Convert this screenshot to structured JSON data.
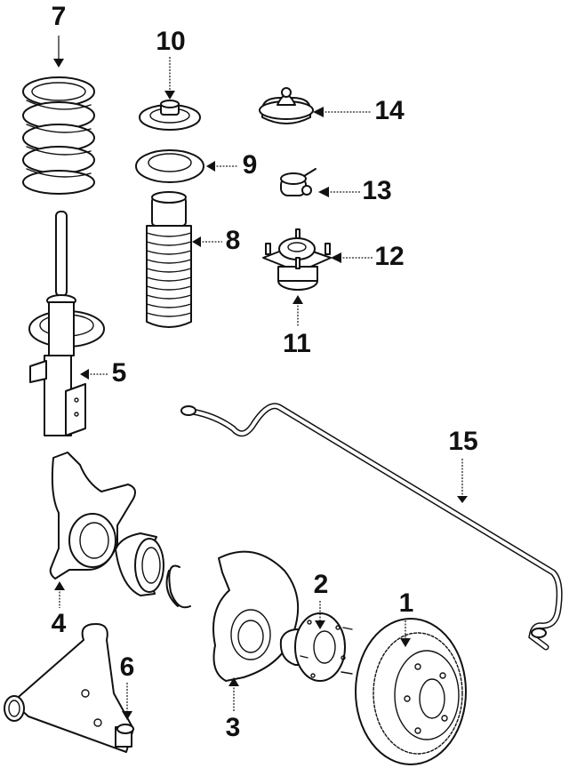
{
  "diagram": {
    "title": "Front Suspension Components",
    "callouts": [
      {
        "number": "1",
        "part": "Brake rotor"
      },
      {
        "number": "2",
        "part": "Wheel hub"
      },
      {
        "number": "3",
        "part": "Splash shield"
      },
      {
        "number": "4",
        "part": "Steering knuckle"
      },
      {
        "number": "5",
        "part": "Strut assembly"
      },
      {
        "number": "6",
        "part": "Ball joint"
      },
      {
        "number": "7",
        "part": "Coil spring"
      },
      {
        "number": "8",
        "part": "Dust boot / bump stop"
      },
      {
        "number": "9",
        "part": "Spring insulator"
      },
      {
        "number": "10",
        "part": "Upper spring seat"
      },
      {
        "number": "11",
        "part": "Strut mount"
      },
      {
        "number": "12",
        "part": "Mount studs"
      },
      {
        "number": "13",
        "part": "Bearing"
      },
      {
        "number": "14",
        "part": "Strut mount cover"
      },
      {
        "number": "15",
        "part": "Stabilizer bar"
      }
    ],
    "colors": {
      "line": "#111111",
      "background": "#ffffff"
    }
  }
}
